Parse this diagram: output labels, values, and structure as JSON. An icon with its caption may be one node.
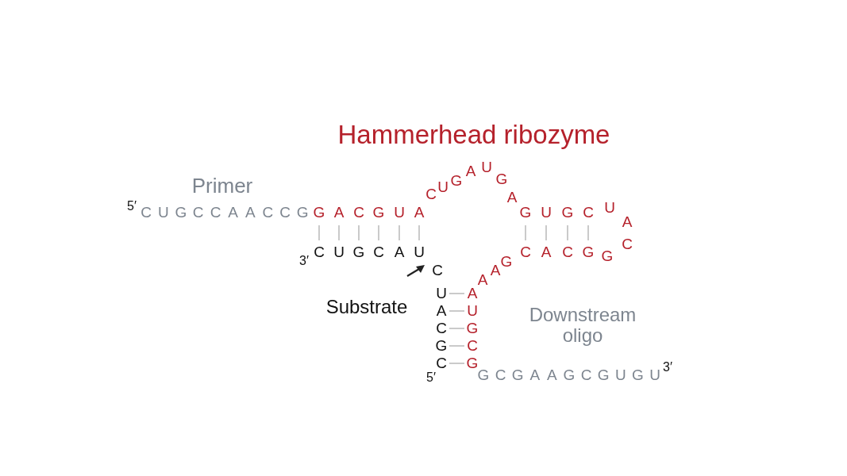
{
  "diagram": {
    "title": "Hammerhead ribozyme",
    "labels": [
      "Primer",
      "5′",
      "C",
      "U",
      "G",
      "C",
      "C",
      "A",
      "A",
      "C",
      "C",
      "G",
      "G",
      "A",
      "C",
      "G",
      "U",
      "A",
      "C",
      "U",
      "G",
      "A",
      "U",
      "G",
      "A",
      "G",
      "U",
      "G",
      "C",
      "U",
      "A",
      "C",
      "C",
      "A",
      "C",
      "G",
      "G",
      "A",
      "A",
      "G",
      "A",
      "U",
      "G",
      "C",
      "G",
      "3′",
      "C",
      "U",
      "G",
      "C",
      "A",
      "U",
      "C",
      "U",
      "A",
      "C",
      "G",
      "C",
      "5′",
      "Substrate",
      "Downstream oligo",
      "G",
      "C",
      "G",
      "A",
      "A",
      "G",
      "C",
      "G",
      "U",
      "G",
      "U",
      "3′"
    ]
  }
}
